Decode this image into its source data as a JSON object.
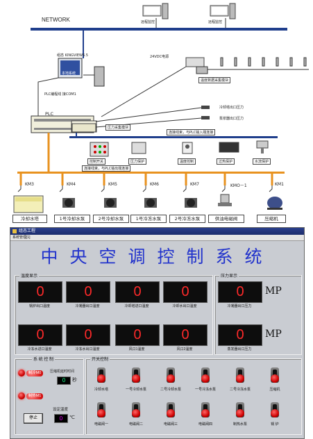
{
  "network": {
    "label": "NETWORK",
    "remote_left": "远程监控",
    "remote_right": "远程监控"
  },
  "topology": {
    "software_note": "组态 KINGVIEW6.5",
    "host_label": "本地系统",
    "plc_note": "PLC编程线 接COM1",
    "plc_label": "PLC",
    "power_label": "24VDC电源",
    "temp_module": "温度数据采集模块",
    "cooling_outlet_pressure": "冷却塔出口压力",
    "pump_outlet_pressure": "泵浆器出口压力",
    "pressure_module": "压力采集模块",
    "input_line_label": "连接线束，与PLC输入端连接",
    "output_line_label": "连接线束，与PLC输出端连接",
    "input_devices": [
      "控制开关",
      "压力保护",
      "温度控制",
      "过热保护",
      "水流保护"
    ],
    "contactors": [
      "KM3",
      "KM4",
      "KM5",
      "KM6",
      "KM7",
      "KMO－1",
      "KM1"
    ],
    "equipment": [
      "冷却水塔",
      "1号冷却水泵",
      "2号冷却水泵",
      "1号冷冻水泵",
      "2号冷冻水泵",
      "供油电磁阀",
      "压缩机"
    ]
  },
  "hmi": {
    "window_title": "组态工程",
    "menu": "系统管理[1]",
    "main_title": "中央空调控制系统",
    "temp_group_title": "温度显示",
    "pressure_group_title": "压力显示",
    "temps": [
      {
        "value": "0",
        "label": "锅炉出口温度"
      },
      {
        "value": "0",
        "label": "冷凝器出口温度"
      },
      {
        "value": "0",
        "label": "冷却塔进口温度"
      },
      {
        "value": "0",
        "label": "冷却水出口温度"
      },
      {
        "value": "0",
        "label": "冷冻水进口温度"
      },
      {
        "value": "0",
        "label": "冷冻水出口温度"
      },
      {
        "value": "0",
        "label": "风口1温度"
      },
      {
        "value": "0",
        "label": "风口2温度"
      }
    ],
    "pressures": [
      {
        "value": "0",
        "label": "冷凝器出口压力",
        "unit": "MP"
      },
      {
        "value": "0",
        "label": "蒸发器出口压力",
        "unit": "MP"
      }
    ],
    "system_control": {
      "title": "系 统 控 制",
      "mode_btn_1": "制冷M0",
      "mode_btn_2": "制热M1",
      "timer_label": "压缩机延时时间",
      "timer_value": "0",
      "timer_unit": "秒",
      "setpoint_label": "设定温度",
      "setpoint_value": "0",
      "setpoint_unit": "℃",
      "stop_btn": "停止"
    },
    "switch_group_title": "开关控制",
    "switches_row1": [
      "冷却水塔",
      "一号冷却水泵",
      "二号冷却水泵",
      "一号冷冻水泵",
      "二号冷冻水泵",
      "压缩机"
    ],
    "switches_row2": [
      "电磁阀一",
      "电磁阀二",
      "电磁阀三",
      "电磁阀四",
      "制热水泵",
      "锅 炉"
    ]
  }
}
